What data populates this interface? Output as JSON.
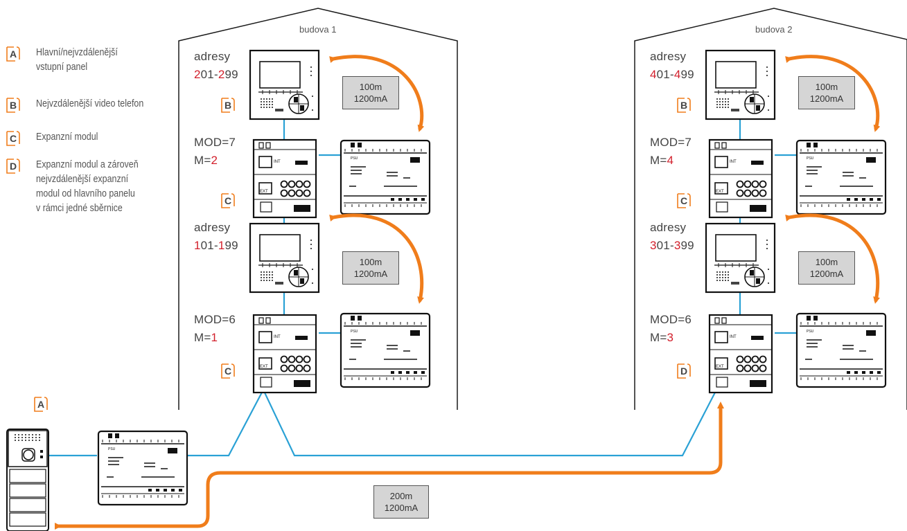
{
  "legend": [
    {
      "key": "A",
      "text": "Hlavní/nejvzdálenější\nvstupní panel"
    },
    {
      "key": "B",
      "text": "Nejvzdálenější video telefon"
    },
    {
      "key": "C",
      "text": "Expanzní modul"
    },
    {
      "key": "D",
      "text": "Expanzní modul a zároveň\nnejvzdálenější expanzní\nmodul od hlavního panelu\nv rámci jedné sběrnice"
    }
  ],
  "buildings": [
    {
      "name": "budova 1",
      "upper": {
        "addr_label": "adresy",
        "addr": [
          "2",
          "01-",
          "2",
          "99"
        ],
        "mod": "MOD=7",
        "m_prefix": "M=",
        "m": "2",
        "phone_tag": "B",
        "module_tag": "C"
      },
      "lower": {
        "addr_label": "adresy",
        "addr": [
          "1",
          "01-",
          "1",
          "99"
        ],
        "mod": "MOD=6",
        "m_prefix": "M=",
        "m": "1",
        "module_tag": "C"
      },
      "boxes": [
        [
          "100m",
          "1200mA"
        ],
        [
          "100m",
          "1200mA"
        ]
      ]
    },
    {
      "name": "budova 2",
      "upper": {
        "addr_label": "adresy",
        "addr": [
          "4",
          "01-",
          "4",
          "99"
        ],
        "mod": "MOD=7",
        "m_prefix": "M=",
        "m": "4",
        "phone_tag": "B",
        "module_tag": "C"
      },
      "lower": {
        "addr_label": "adresy",
        "addr": [
          "3",
          "01-",
          "3",
          "99"
        ],
        "mod": "MOD=6",
        "m_prefix": "M=",
        "m": "3",
        "module_tag": "D"
      },
      "boxes": [
        [
          "100m",
          "1200mA"
        ],
        [
          "100m",
          "1200mA"
        ]
      ]
    }
  ],
  "entrance_tag": "A",
  "bottom_box": [
    "200m",
    "1200mA"
  ],
  "device_labels": {
    "int": "INT",
    "ext": "EXT",
    "psu": "PSU"
  },
  "colors": {
    "tag": "#f07d1b",
    "cable": "#2aa1d5",
    "arrow": "#f07d1b",
    "red": "#d21f2b",
    "box": "#d5d5d5"
  }
}
